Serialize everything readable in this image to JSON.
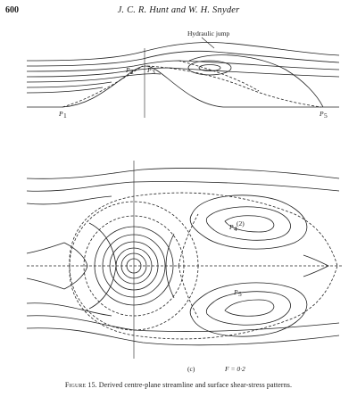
{
  "header": {
    "page_number": "600",
    "running_head": "J. C. R. Hunt and W. H. Snyder"
  },
  "top_figure": {
    "annotation": "Hydraulic jump",
    "labels": {
      "p1": "P",
      "p1_sub": "1",
      "p2": "P",
      "p2_sub": "2",
      "p3": "P",
      "p3_sub": "3",
      "p5": "P",
      "p5_sub": "5"
    }
  },
  "bottom_figure": {
    "labels": {
      "p4": "P",
      "p4_sub": "4",
      "p5": "P",
      "p5_sub": "5",
      "p4_sup": "(2)"
    },
    "panel_tag": "(c)",
    "froude_label": "F = 0·2"
  },
  "caption": {
    "lead": "Figure 15.",
    "text": "Derived centre-plane streamline and surface shear-stress patterns."
  }
}
